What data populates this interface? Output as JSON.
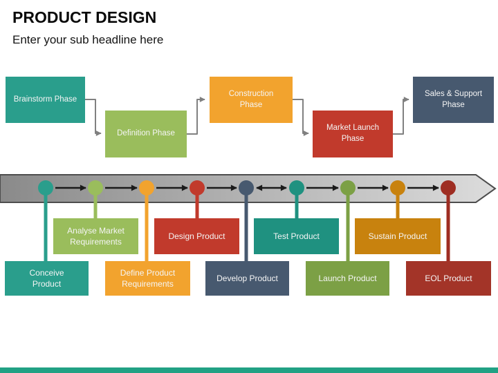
{
  "slide": {
    "title": "PRODUCT DESIGN",
    "subtitle": "Enter your sub headline here",
    "background_color": "#FFFFFF",
    "footer_bar_color": "#21A184"
  },
  "top_flow": {
    "connector_color": "#808080",
    "phases": [
      {
        "label": "Brainstorm Phase",
        "color": "#2A9E8C"
      },
      {
        "label": "Definition Phase",
        "color": "#9ABD5C"
      },
      {
        "label": "Construction Phase",
        "color": "#F2A32E"
      },
      {
        "label": "Market Launch Phase",
        "color": "#C13A2C"
      },
      {
        "label": "Sales & Support Phase",
        "color": "#47596F"
      }
    ]
  },
  "timeline": {
    "band_fill_start": "#8A8A8A",
    "band_fill_end": "#DCDCDC",
    "band_border_color": "#4D4D4D",
    "flow_arrow_color": "#1A1A1A",
    "steps": [
      {
        "label": "Conceive Product",
        "row": "lower",
        "dot_color": "#2A9E8C",
        "box_color": "#2A9E8C"
      },
      {
        "label": "Analyse Market Requirements",
        "row": "upper",
        "dot_color": "#9ABD5C",
        "box_color": "#9ABD5C"
      },
      {
        "label": "Define Product Requirements",
        "row": "lower",
        "dot_color": "#F2A32E",
        "box_color": "#F2A32E"
      },
      {
        "label": "Design Product",
        "row": "upper",
        "dot_color": "#C13A2C",
        "box_color": "#C13A2C"
      },
      {
        "label": "Develop Product",
        "row": "lower",
        "dot_color": "#47596F",
        "box_color": "#47596F"
      },
      {
        "label": "Test Product",
        "row": "upper",
        "dot_color": "#1F9180",
        "box_color": "#1F9180"
      },
      {
        "label": "Launch Product",
        "row": "lower",
        "dot_color": "#7CA045",
        "box_color": "#7CA045"
      },
      {
        "label": "Sustain Product",
        "row": "upper",
        "dot_color": "#C8820E",
        "box_color": "#C8820E"
      },
      {
        "label": "EOL Product",
        "row": "lower",
        "dot_color": "#9E2D22",
        "box_color": "#A33428"
      }
    ]
  }
}
